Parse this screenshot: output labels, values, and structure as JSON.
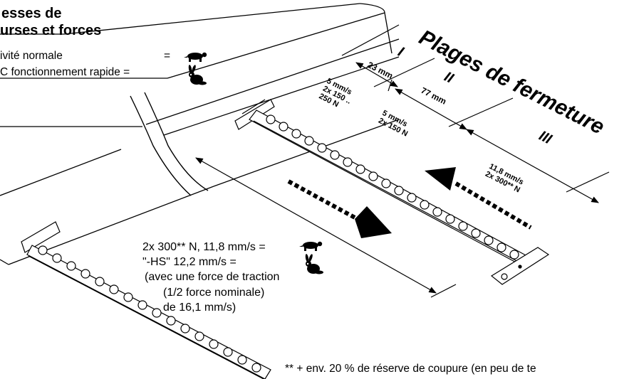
{
  "header": {
    "title_line1": "esses de",
    "title_line2": "urses et forces"
  },
  "legend": {
    "normal_label": "ivité  normale",
    "normal_eq": "=",
    "rapid_label": "C fonctionnement rapide =",
    "normal_icon": "turtle-icon",
    "rapid_icon": "rabbit-icon"
  },
  "zones": {
    "title": "Plages de fermeture",
    "roman_1": "I",
    "roman_2": "II",
    "roman_3": "III"
  },
  "dimensions": {
    "d1": "23 mm",
    "d2": "77 mm"
  },
  "zone_labels": {
    "z1_line1": "5 mm/s",
    "z1_line2": "2x 150 ..",
    "z1_line3": "250 N",
    "z2_line1": "5 mm/s",
    "z2_line2": "2x 150 N",
    "z3_line1": "11,8 mm/s",
    "z3_line2": "2x 300** N"
  },
  "speed_note": {
    "line1": "2x 300** N, 11,8 mm/s =",
    "line2": "\"-HS\" 12,2 mm/s      =",
    "line3": "(avec une force de traction",
    "line4": "(1/2 force nominale)",
    "line5": "de 16,1 mm/s)"
  },
  "footnote": "** + env. 20 % de réserve de coupure (en peu de te"
}
